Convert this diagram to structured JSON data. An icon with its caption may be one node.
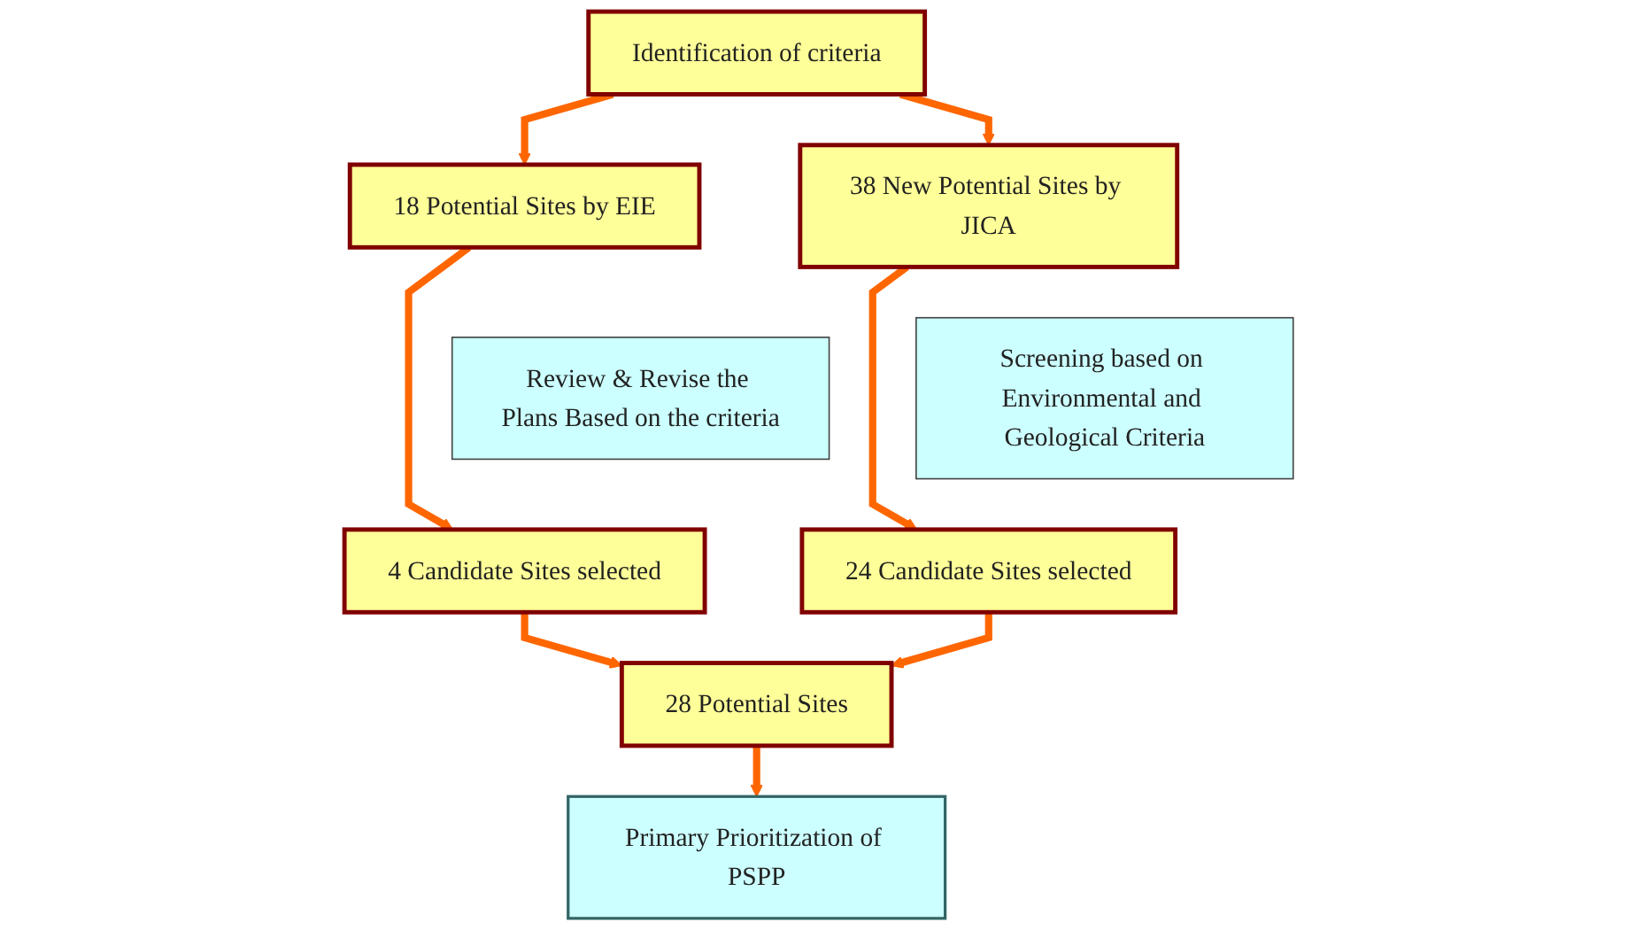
{
  "diagram": {
    "nodes": [
      {
        "text": [
          "Identification of criteria"
        ]
      },
      {
        "text": [
          "18 Potential Sites by EIE"
        ]
      },
      {
        "text": [
          "38 New Potential Sites by JICA"
        ]
      },
      {
        "text": [
          "Review & Revise the Plans Based on the criteria"
        ]
      },
      {
        "text": [
          "Screening based on Environmental and Geological Criteria"
        ]
      },
      {
        "text": [
          "4 Candidate Sites selected"
        ]
      },
      {
        "text": [
          "24 Candidate Sites selected"
        ]
      },
      {
        "text": [
          "28 Potential Sites"
        ]
      },
      {
        "text": [
          "Primary Prioritization of PSPP"
        ]
      }
    ],
    "edges": [
      {
        "from": 0,
        "to": 1,
        "arrow": "to"
      },
      {
        "from": 0,
        "to": 2,
        "arrow": "to"
      },
      {
        "from": 1,
        "to": 5,
        "arrow": "to"
      },
      {
        "from": 2,
        "to": 6,
        "arrow": "to"
      },
      {
        "from": 5,
        "to": 7,
        "arrow": "to"
      },
      {
        "from": 6,
        "to": 7,
        "arrow": "to"
      },
      {
        "from": 7,
        "to": 8,
        "arrow": "to"
      }
    ]
  }
}
